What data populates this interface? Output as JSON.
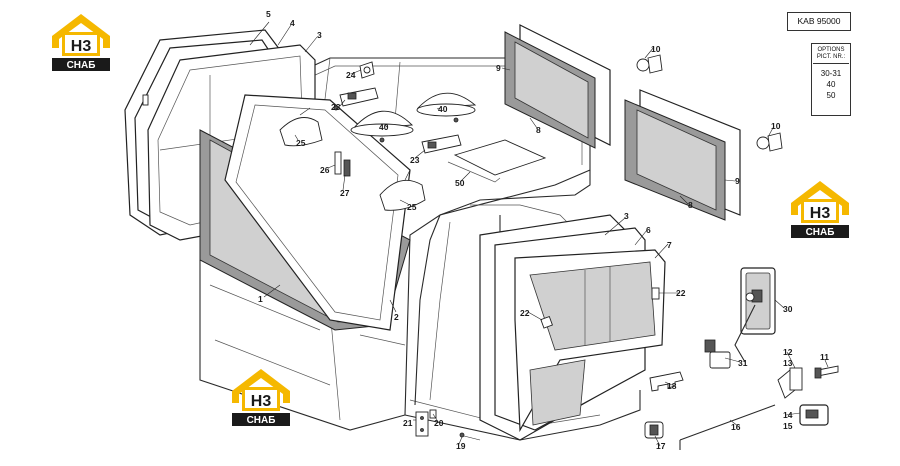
{
  "reference": "KAB 95000",
  "options": {
    "header_line1": "OPTIONS",
    "header_line2": "PICT. NR.:",
    "items": [
      "30-31",
      "40",
      "50"
    ]
  },
  "watermark": {
    "logo_text": "H3",
    "logo_subtext": "СНАБ",
    "colors": {
      "accent": "#f5b800",
      "dark": "#1a1a1a"
    }
  },
  "callouts": [
    {
      "id": "c1",
      "text": "1"
    },
    {
      "id": "c2",
      "text": "2"
    },
    {
      "id": "c3a",
      "text": "3"
    },
    {
      "id": "c4",
      "text": "4"
    },
    {
      "id": "c5",
      "text": "5"
    },
    {
      "id": "c3b",
      "text": "3"
    },
    {
      "id": "c6",
      "text": "6"
    },
    {
      "id": "c7",
      "text": "7"
    },
    {
      "id": "c8a",
      "text": "8"
    },
    {
      "id": "c9a",
      "text": "9"
    },
    {
      "id": "c8b",
      "text": "8"
    },
    {
      "id": "c9b",
      "text": "9"
    },
    {
      "id": "c10a",
      "text": "10"
    },
    {
      "id": "c10b",
      "text": "10"
    },
    {
      "id": "c11",
      "text": "11"
    },
    {
      "id": "c12",
      "text": "12"
    },
    {
      "id": "c13",
      "text": "13"
    },
    {
      "id": "c14",
      "text": "14"
    },
    {
      "id": "c15",
      "text": "15"
    },
    {
      "id": "c16",
      "text": "16"
    },
    {
      "id": "c17",
      "text": "17"
    },
    {
      "id": "c18",
      "text": "18"
    },
    {
      "id": "c19",
      "text": "19"
    },
    {
      "id": "c20",
      "text": "20"
    },
    {
      "id": "c21",
      "text": "21"
    },
    {
      "id": "c22a",
      "text": "22"
    },
    {
      "id": "c22b",
      "text": "22"
    },
    {
      "id": "c23a",
      "text": "23"
    },
    {
      "id": "c23b",
      "text": "23"
    },
    {
      "id": "c24",
      "text": "24"
    },
    {
      "id": "c25a",
      "text": "25"
    },
    {
      "id": "c25b",
      "text": "25"
    },
    {
      "id": "c26",
      "text": "26"
    },
    {
      "id": "c27",
      "text": "27"
    },
    {
      "id": "c30",
      "text": "30"
    },
    {
      "id": "c31",
      "text": "31"
    },
    {
      "id": "c40a",
      "text": "40"
    },
    {
      "id": "c40b",
      "text": "40"
    },
    {
      "id": "c50",
      "text": "50"
    }
  ]
}
